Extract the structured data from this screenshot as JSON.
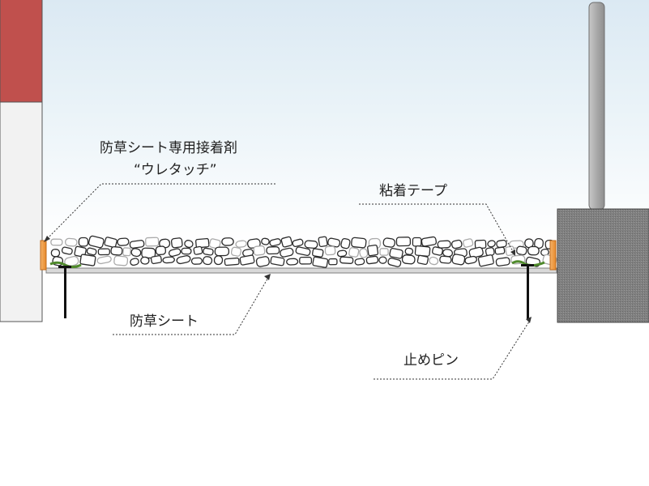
{
  "labels": {
    "adhesive_line1": "防草シート専用接着剤",
    "adhesive_line2": "“ウレタッチ”",
    "tape": "粘着テープ",
    "sheet": "防草シート",
    "pin": "止めピン"
  },
  "colors": {
    "wall_top_red": "#c0504d",
    "wall_body": "#f0f0f0",
    "post_pole": "#a6a6a6",
    "post_base": "#7f7f7f",
    "adhesive_orange": "#f0a04b",
    "tape_green": "#4f8a2b",
    "sheet_line": "#8c8c8c",
    "pin_black": "#111111",
    "leader_line": "#333333"
  }
}
